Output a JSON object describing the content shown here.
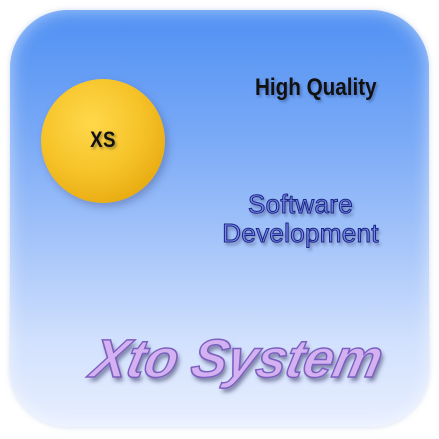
{
  "logo": {
    "badge_text": "XS",
    "tagline": "High Quality",
    "service_line1": "Software",
    "service_line2": "Development",
    "brand_name": "Xto System",
    "colors": {
      "background_top": "#4f90f3",
      "background_bottom": "#e8efff",
      "sun": "#f6c42a",
      "service_text": "#7b86f0",
      "brand_text": "#d4b2f2"
    }
  }
}
